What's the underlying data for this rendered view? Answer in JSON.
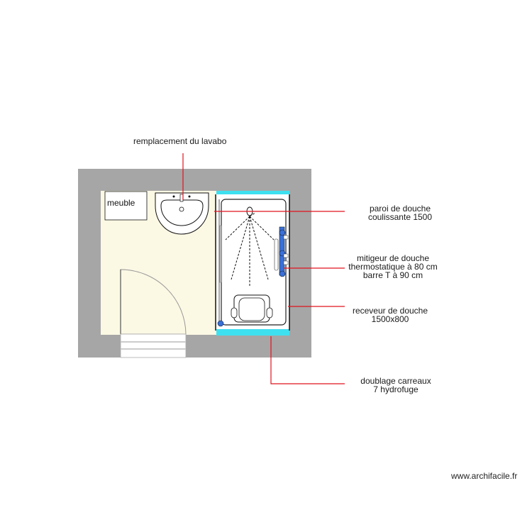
{
  "labels": {
    "lavabo": "remplacement du lavabo",
    "meuble": "meuble",
    "paroi": [
      "paroi de douche",
      "coulissante 1500"
    ],
    "mitigeur": [
      "mitigeur de douche",
      "thermostatique à 80 cm",
      "barre T à 90 cm"
    ],
    "receveur": [
      "receveur de douche",
      "1500x800"
    ],
    "doublage": [
      "doublage carreaux",
      "7 hydrofuge"
    ]
  },
  "credit": "www.archifacile.fr",
  "colors": {
    "wall": "#a6a6a6",
    "floor": "#fbf8e4",
    "leader": "#e0141e",
    "shower_tile": "#3ee0f0",
    "valve": "#3a6fd8"
  },
  "icons": [
    "washbasin-icon",
    "shower-head-icon",
    "shower-seat-icon",
    "door-swing-icon",
    "step-icon"
  ]
}
